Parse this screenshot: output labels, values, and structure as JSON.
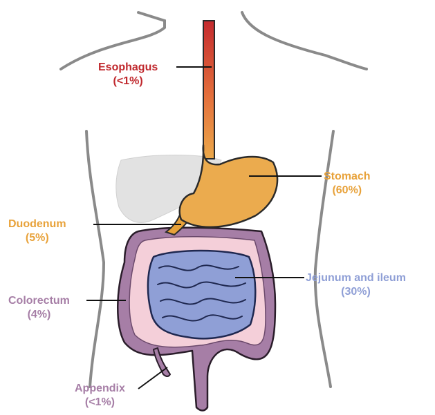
{
  "organs": [
    {
      "id": "esophagus",
      "name": "Esophagus",
      "value": "(<1%)",
      "color": "#c0282d"
    },
    {
      "id": "stomach",
      "name": "Stomach",
      "value": "(60%)",
      "color": "#e8a23a"
    },
    {
      "id": "duodenum",
      "name": "Duodenum",
      "value": "(5%)",
      "color": "#e8a23a"
    },
    {
      "id": "jejunum",
      "name": "Jejunum and ileum",
      "value": "(30%)",
      "color": "#8f9fd6"
    },
    {
      "id": "colorectum",
      "name": "Colorectum",
      "value": "(4%)",
      "color": "#a67ea6"
    },
    {
      "id": "appendix",
      "name": "Appendix",
      "value": "(<1%)",
      "color": "#a67ea6"
    }
  ]
}
